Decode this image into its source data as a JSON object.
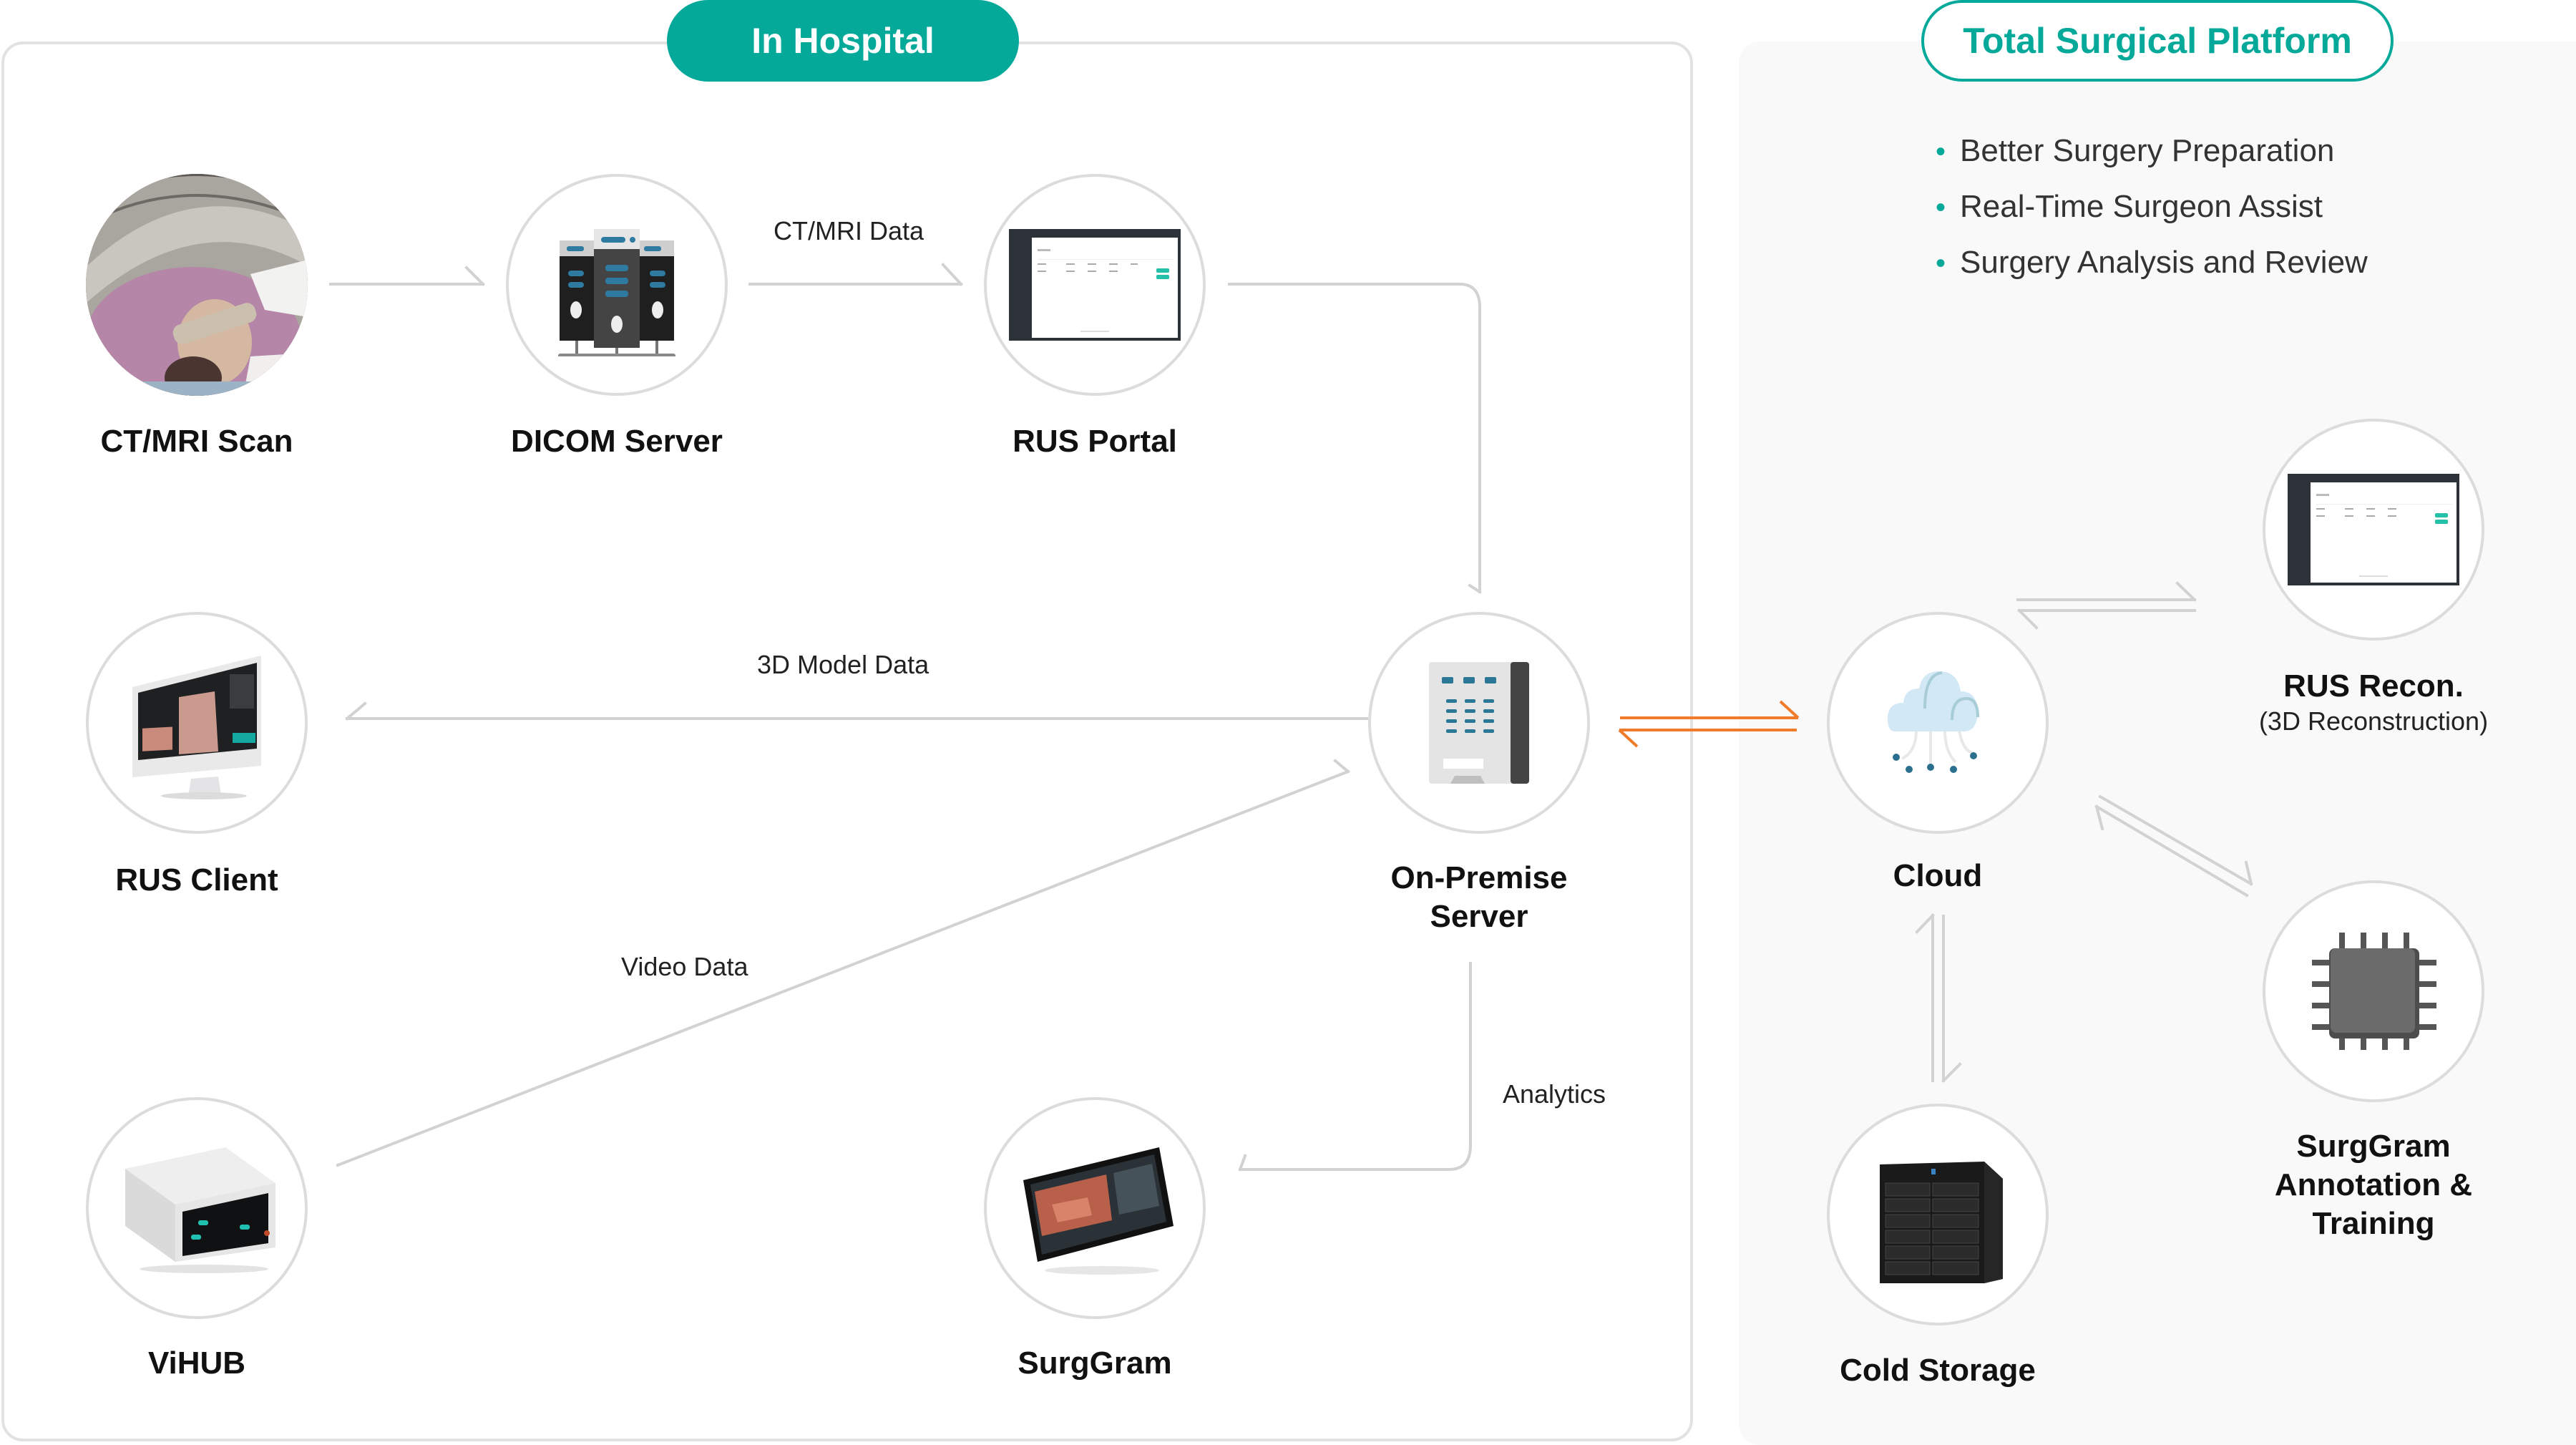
{
  "sections": {
    "in_hospital": {
      "title": "In Hospital"
    },
    "platform": {
      "title": "Total Surgical Platform",
      "benefits": [
        "Better Surgery Preparation",
        "Real-Time Surgeon Assist",
        "Surgery Analysis and Review"
      ],
      "bullet": "•"
    }
  },
  "nodes": {
    "ct_mri_scan": {
      "label": "CT/MRI Scan",
      "icon": "mri-scanner-photo"
    },
    "dicom_server": {
      "label": "DICOM Server",
      "icon": "server-rack-icon"
    },
    "rus_portal": {
      "label": "RUS Portal",
      "icon": "web-portal-screenshot"
    },
    "rus_client": {
      "label": "RUS Client",
      "icon": "desktop-monitor-icon"
    },
    "on_premise": {
      "label_line1": "On-Premise",
      "label_line2": "Server",
      "icon": "server-tower-icon"
    },
    "vihub": {
      "label": "ViHUB",
      "icon": "video-hub-device-icon"
    },
    "surggram": {
      "label": "SurgGram",
      "icon": "tablet-icon"
    },
    "cloud": {
      "label": "Cloud",
      "icon": "cloud-network-icon"
    },
    "rus_recon": {
      "label": "RUS Recon.",
      "sublabel": "(3D Reconstruction)",
      "icon": "web-portal-screenshot"
    },
    "surggram_annotation": {
      "label_line1": "SurgGram",
      "label_line2": "Annotation &",
      "label_line3": "Training",
      "icon": "cpu-chip-icon"
    },
    "cold_storage": {
      "label": "Cold Storage",
      "icon": "nas-storage-icon"
    }
  },
  "edges": {
    "ct_mri_data": {
      "label": "CT/MRI Data",
      "from": "dicom_server",
      "to": "rus_portal"
    },
    "model_3d_data": {
      "label": "3D Model Data",
      "from": "on_premise",
      "to": "rus_client"
    },
    "video_data": {
      "label": "Video Data",
      "from": "vihub",
      "to": "on_premise"
    },
    "analytics": {
      "label": "Analytics",
      "from": "on_premise",
      "to": "surggram"
    }
  },
  "colors": {
    "accent": "#04a99a",
    "sync_arrow": "#f07c2a",
    "connector": "#d2d2d2",
    "right_panel_bg": "#f9f9f9"
  }
}
